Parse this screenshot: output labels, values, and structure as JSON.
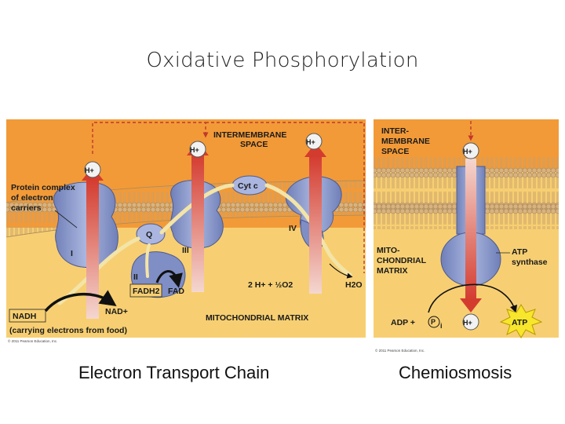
{
  "slide": {
    "title": "Oxidative Phosphorylation",
    "caption_left": "Electron Transport Chain",
    "caption_right": "Chemiosmosis"
  },
  "etc_panel": {
    "intermembrane_space": [
      "INTERMEMBRANE",
      "SPACE"
    ],
    "proton": "H+",
    "protein_complex": [
      "Protein complex",
      "of electron",
      "carriers"
    ],
    "complex_I": "I",
    "complex_II": "II",
    "complex_III": "III",
    "complex_IV": "IV",
    "ubiquinone": "Q",
    "cytochrome_c": "Cyt c",
    "fadh2": "FADH2",
    "fad": "FAD",
    "nadh": "NADH",
    "nad_plus": "NAD+",
    "carrying_note": "(carrying electrons from food)",
    "oxygen_reaction": "2 H+ + ½O2",
    "water": "H2O",
    "matrix": "MITOCHONDRIAL MATRIX",
    "copyright": "© 2011 Pearson Education, Inc."
  },
  "chemi_panel": {
    "intermembrane_space": [
      "INTER-",
      "MEMBRANE",
      "SPACE"
    ],
    "proton": "H+",
    "matrix": [
      "MITO-",
      "CHONDRIAL",
      "MATRIX"
    ],
    "atp_synthase": [
      "ATP",
      "synthase"
    ],
    "adp": "ADP +",
    "pi": "P",
    "pi_sub": "i",
    "atp": "ATP",
    "copyright": "© 2011 Pearson Education, Inc."
  },
  "colors": {
    "intermembrane": "#f29a38",
    "matrix": "#f7cf72",
    "membrane_head": "#d9b27e",
    "protein": "#8e9ccc",
    "proton_arrow": "#d9463a",
    "electron_path": "#f3e4a8"
  }
}
